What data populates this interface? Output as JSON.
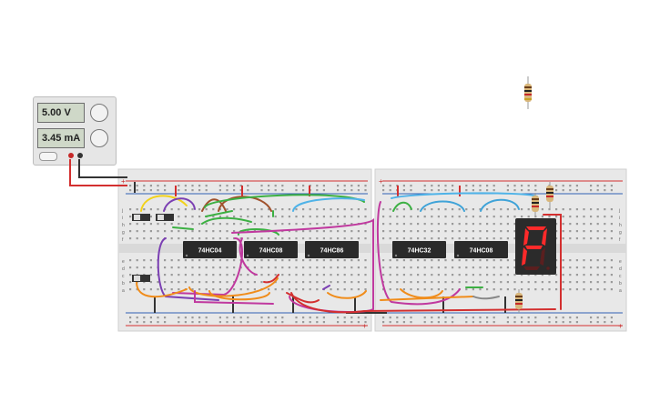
{
  "power_supply": {
    "voltage": "5.00 V",
    "current": "3.45 mA"
  },
  "chips": [
    {
      "label": "74HC04"
    },
    {
      "label": "74HC08"
    },
    {
      "label": "74HC86"
    },
    {
      "label": "74HC32"
    },
    {
      "label": "74HC08"
    }
  ],
  "breadboard": {
    "left_row_letters": [
      "j",
      "i",
      "h",
      "g",
      "f",
      "e",
      "d",
      "c",
      "b",
      "a"
    ],
    "right_row_letters": [
      "j",
      "i",
      "h",
      "g",
      "f",
      "e",
      "d",
      "c",
      "b",
      "a"
    ],
    "rail_plus": "+",
    "rail_minus": "−"
  },
  "colors": {
    "rail_red": "#d32f2f",
    "rail_blue": "#2f5fb3",
    "chip": "#2a2a2a",
    "seg_on": "#ff2a2a",
    "seg_off": "#5a1f1f"
  }
}
